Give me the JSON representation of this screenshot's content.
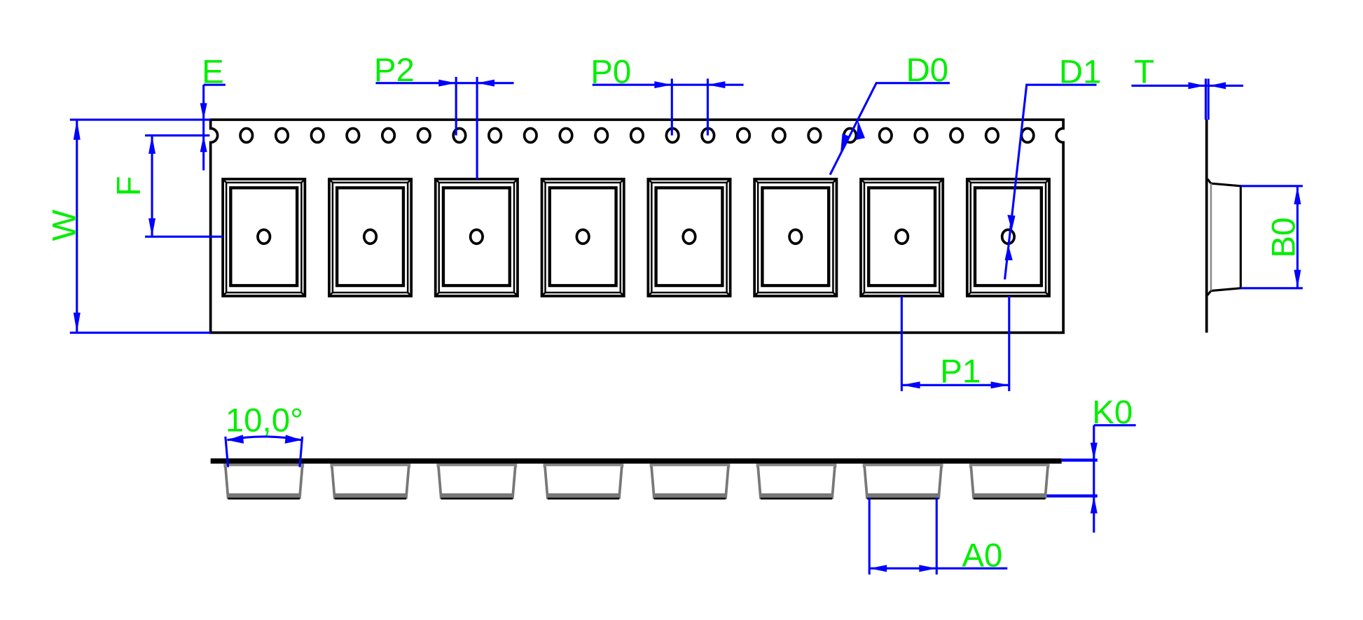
{
  "labels": {
    "E": "E",
    "P2": "P2",
    "P0": "P0",
    "D0": "D0",
    "D1": "D1",
    "T": "T",
    "W": "W",
    "F": "F",
    "B0": "B0",
    "P1": "P1",
    "angle": "10,0°",
    "K0": "K0",
    "A0": "A0"
  },
  "colors": {
    "dimension_lines": "#0000ff",
    "labels": "#00ee00",
    "outline": "#000000",
    "pocket_shade": "#808080"
  }
}
